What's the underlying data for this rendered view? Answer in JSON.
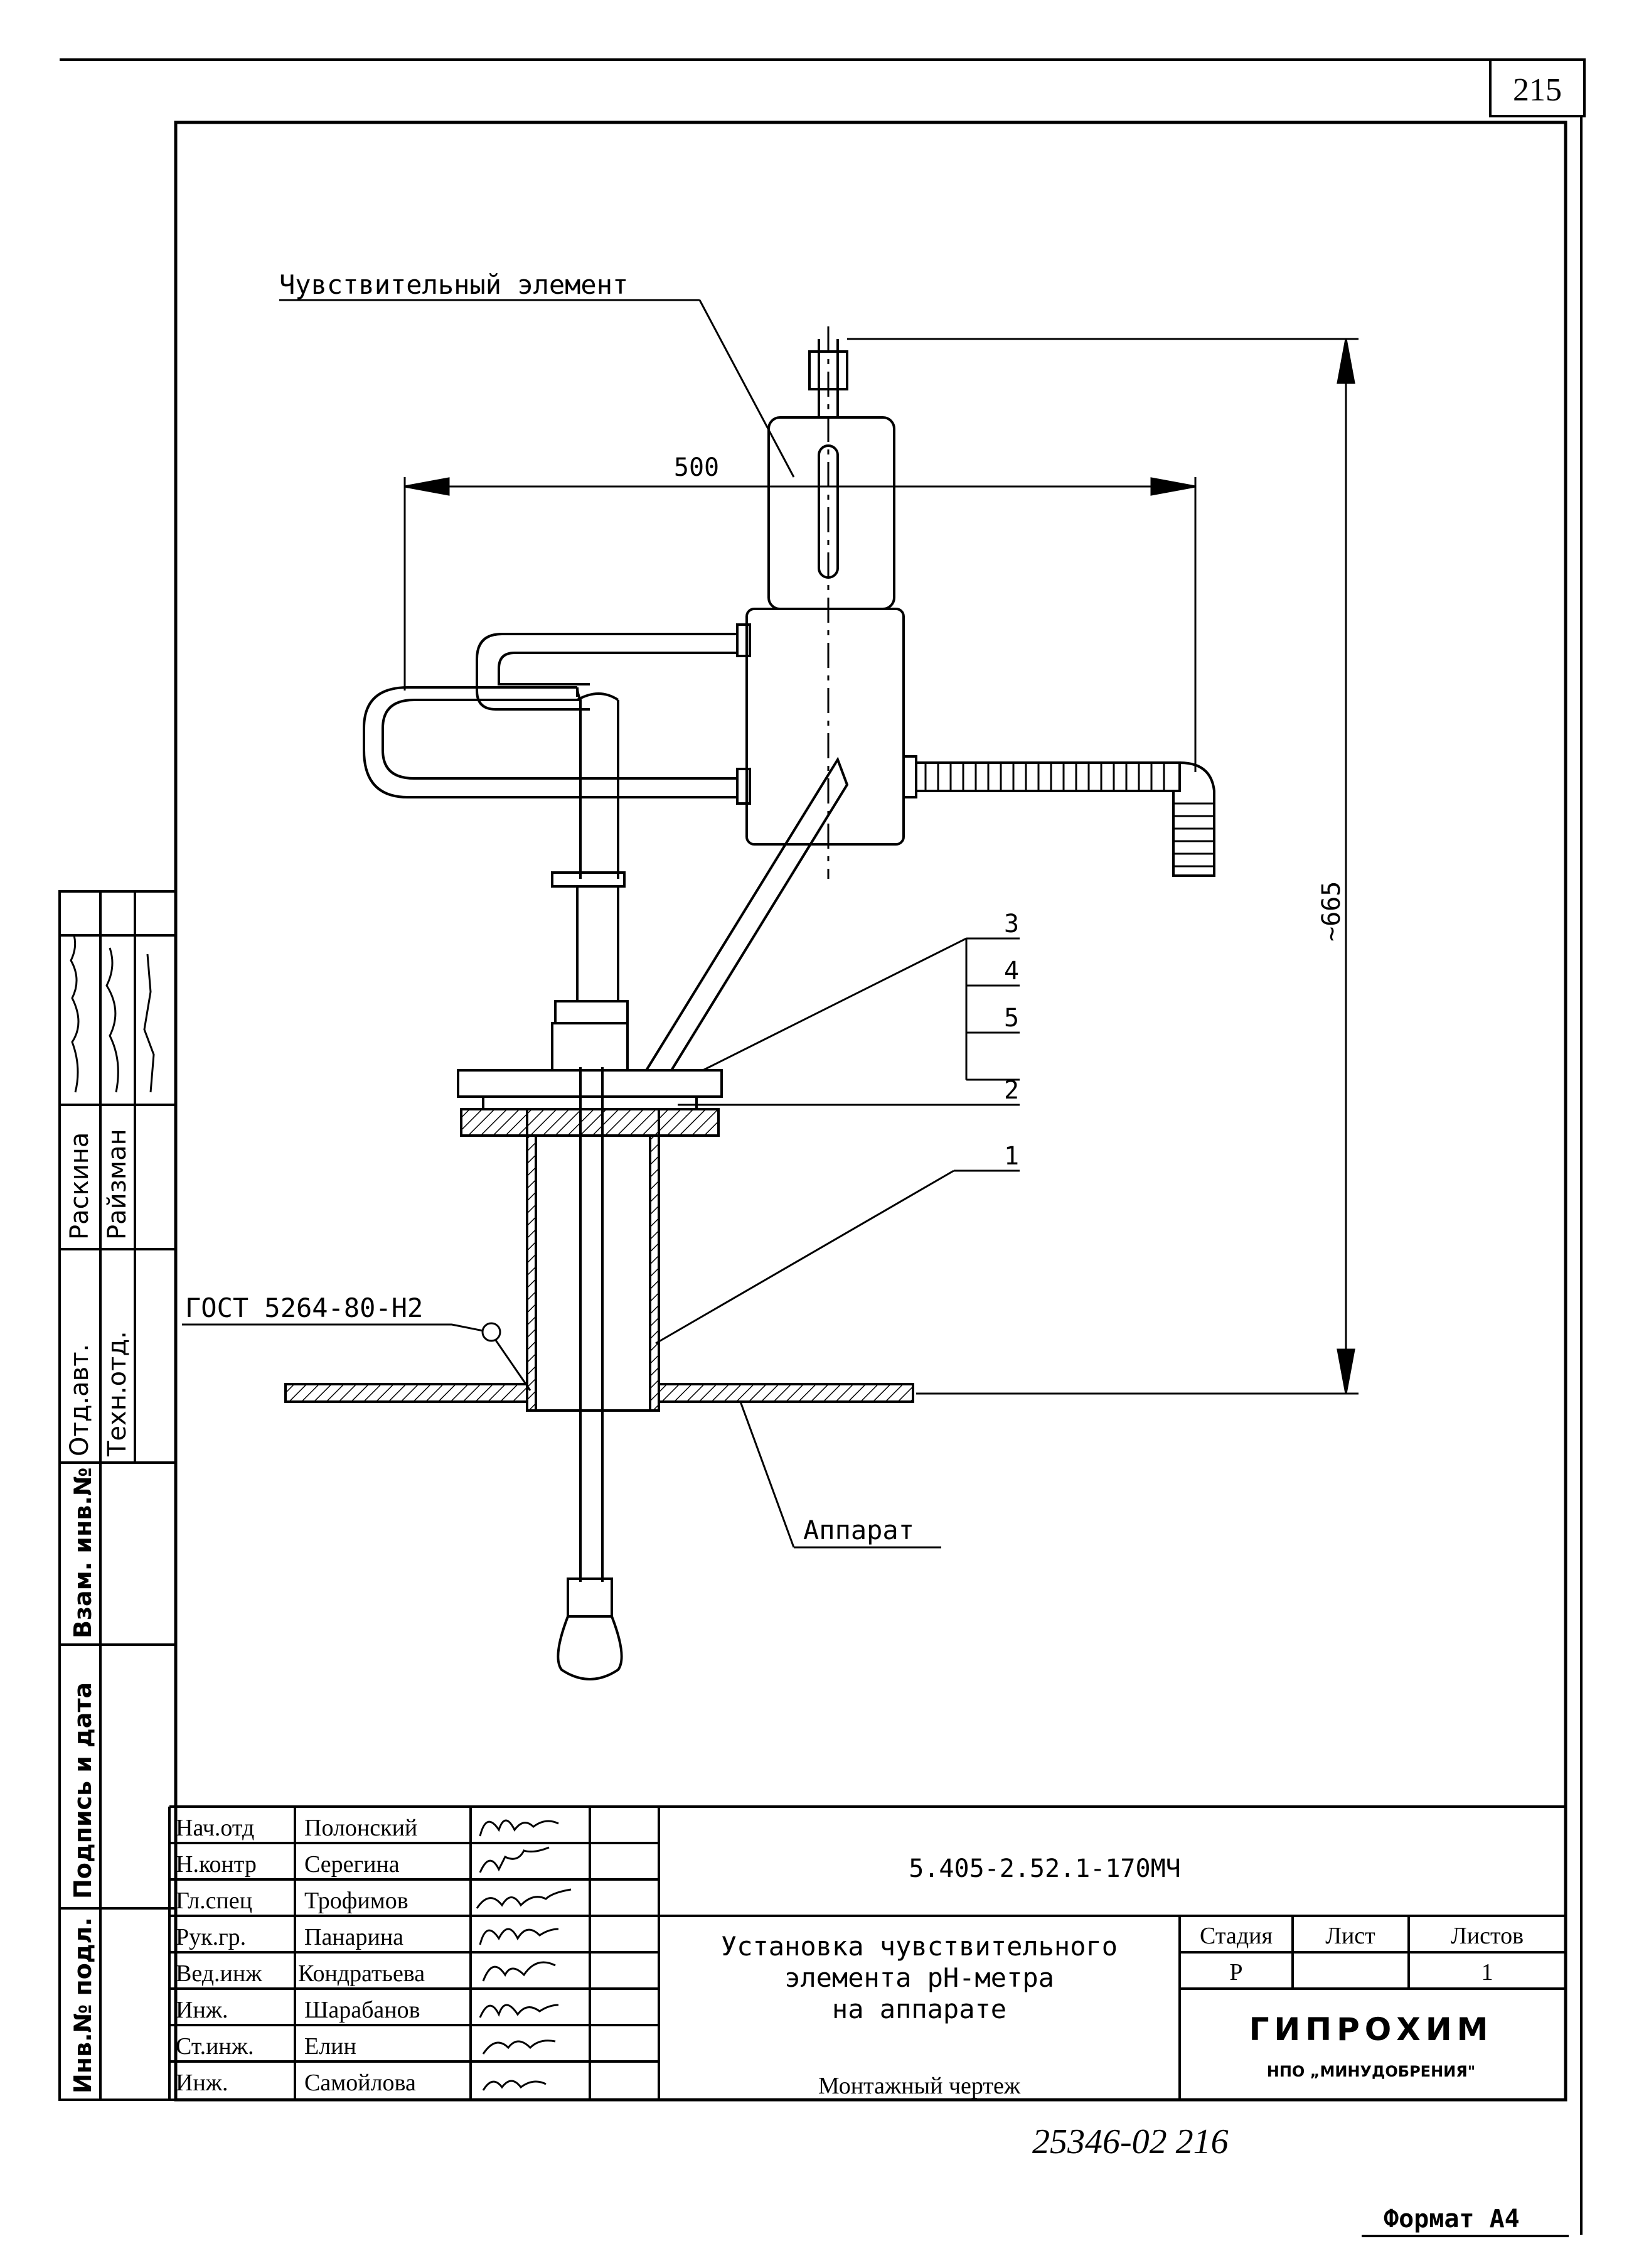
{
  "page_number": "215",
  "labels": {
    "sensor_element": "Чувствительный элемент",
    "dim_width": "500",
    "dim_height": "~665",
    "gost": "ГОСТ 5264-80-H2",
    "apparatus": "Аппарат",
    "callouts": [
      "1",
      "2",
      "3",
      "4",
      "5"
    ]
  },
  "side_stamp": {
    "rows": [
      {
        "title": "Отд.авт.",
        "name": "Раскина"
      },
      {
        "title": "Техн.отд.",
        "name": "Райзман"
      }
    ],
    "vertical_labels": [
      "Взам. инв.№",
      "Подпись и дата",
      "Инв.№ подл."
    ]
  },
  "title_block": {
    "signatories": [
      {
        "role": "Нач.отд",
        "name": "Полонский"
      },
      {
        "role": "Н.контр",
        "name": "Серегина"
      },
      {
        "role": "Гл.спец",
        "name": "Трофимов"
      },
      {
        "role": "Рук.гр.",
        "name": "Панарина"
      },
      {
        "role": "Вед.инж",
        "name": "Кондратьева"
      },
      {
        "role": "Инж.",
        "name": "Шарабанов"
      },
      {
        "role": "Ст.инж.",
        "name": "Елин"
      },
      {
        "role": "Инж.",
        "name": "Самойлова"
      }
    ],
    "document_code": "5.405-2.52.1-170МЧ",
    "drawing_title": [
      "Установка чувствительного",
      "элемента pH-метра",
      "на аппарате"
    ],
    "drawing_type": "Монтажный чертеж",
    "stage_header": "Стадия",
    "sheet_header": "Лист",
    "sheets_header": "Листов",
    "stage_value": "Р",
    "sheet_value": "",
    "sheets_value": "1",
    "org_name": "ГИПРОХИМ",
    "org_sub": "НПО „МИНУДОБРЕНИЯ\""
  },
  "handwritten_number": "25346-02 216",
  "format": "Формат А4",
  "colors": {
    "ink": "#000000",
    "paper": "#ffffff"
  }
}
